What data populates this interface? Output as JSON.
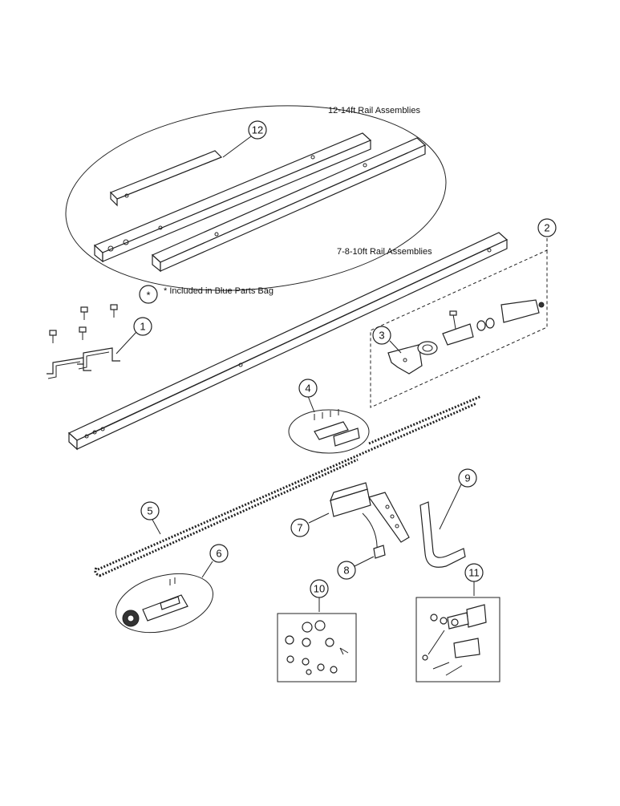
{
  "labels": {
    "rail_12_14": "12-14ft Rail Assemblies",
    "rail_7_10": "7-8-10ft Rail Assemblies",
    "included_note": "* Included in Blue Parts Bag",
    "asterisk": "*"
  },
  "callouts": [
    "1",
    "2",
    "3",
    "4",
    "5",
    "6",
    "7",
    "8",
    "9",
    "10",
    "11",
    "12"
  ]
}
